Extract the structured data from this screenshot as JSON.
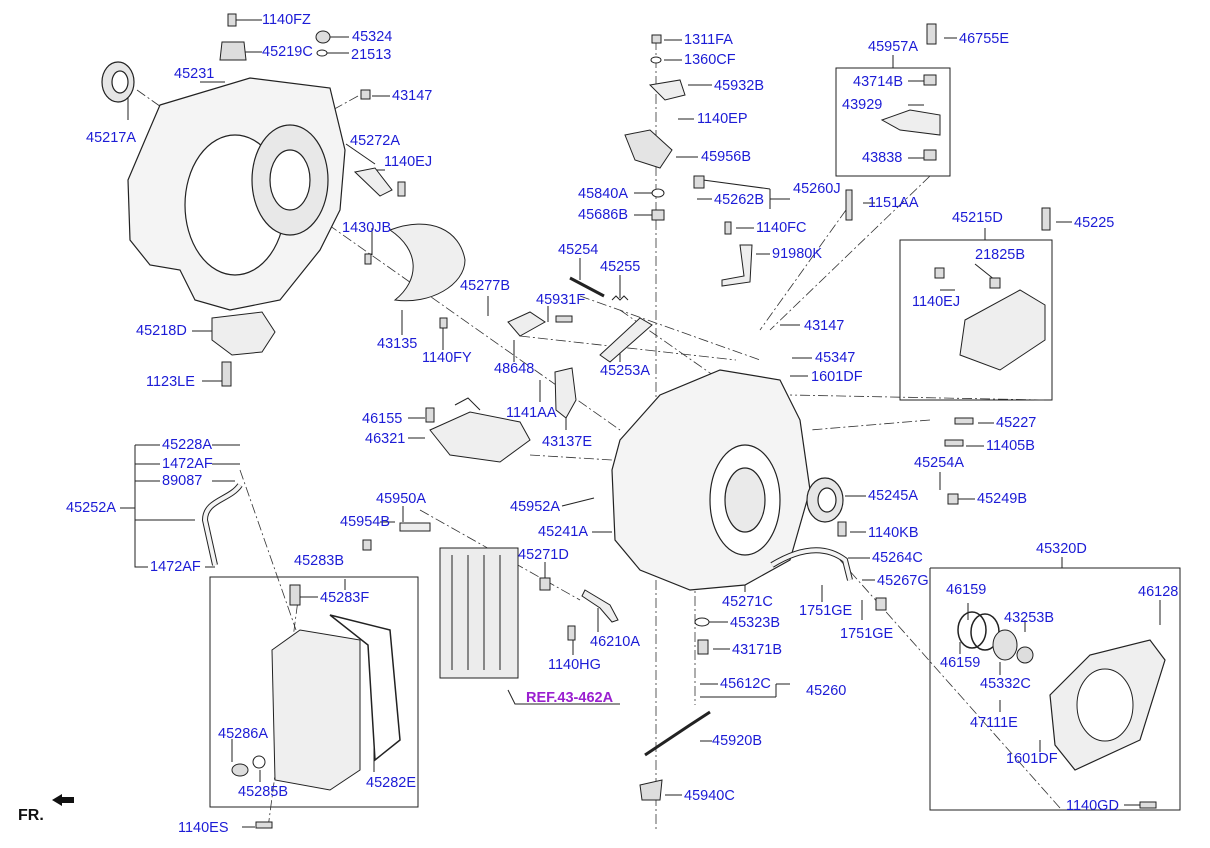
{
  "parts": {
    "p1140FZ_a": "1140FZ",
    "p45324": "45324",
    "p45219C": "45219C",
    "p21513": "21513",
    "p45231": "45231",
    "p45217A": "45217A",
    "p43147_a": "43147",
    "p45272A": "45272A",
    "p1140EJ_a": "1140EJ",
    "p1430JB": "1430JB",
    "p43135": "43135",
    "p1140FY": "1140FY",
    "p45218D": "45218D",
    "p1123LE": "1123LE",
    "p1311FA": "1311FA",
    "p1360CF": "1360CF",
    "p45932B": "45932B",
    "p1140EP": "1140EP",
    "p45956B": "45956B",
    "p45840A": "45840A",
    "p45262B": "45262B",
    "p45260J": "45260J",
    "p45686B": "45686B",
    "p1151AA": "1151AA",
    "p1140FC": "1140FC",
    "p91980K": "91980K",
    "p45254": "45254",
    "p45255": "45255",
    "p45277B": "45277B",
    "p45931F": "45931F",
    "p48648": "48648",
    "p45253A": "45253A",
    "p43147_b": "43147",
    "p45347": "45347",
    "p1601DF_a": "1601DF",
    "p1141AA": "1141AA",
    "p43137E": "43137E",
    "p46155": "46155",
    "p46321": "46321",
    "p45957A": "45957A",
    "p46755E": "46755E",
    "p43714B": "43714B",
    "p43929": "43929",
    "p43838": "43838",
    "p45215D": "45215D",
    "p45225": "45225",
    "p21825B": "21825B",
    "p1140EJ_b": "1140EJ",
    "p45227": "45227",
    "p11405B": "11405B",
    "p45254A": "45254A",
    "p45249B": "45249B",
    "p45245A": "45245A",
    "p1140KB": "1140KB",
    "p45264C": "45264C",
    "p45267G": "45267G",
    "p1751GE_a": "1751GE",
    "p1751GE_b": "1751GE",
    "p45228A": "45228A",
    "p1472AF_a": "1472AF",
    "p89087": "89087",
    "p45252A": "45252A",
    "p1472AF_b": "1472AF",
    "p45950A": "45950A",
    "p45954B": "45954B",
    "p45952A": "45952A",
    "p45241A": "45241A",
    "p45271D": "45271D",
    "p45283B": "45283B",
    "p45283F": "45283F",
    "p45271C": "45271C",
    "p45323B": "45323B",
    "p46210A": "46210A",
    "p1140HG": "1140HG",
    "p43171B": "43171B",
    "p45612C": "45612C",
    "p45260": "45260",
    "p45920B": "45920B",
    "p45940C": "45940C",
    "p45286A": "45286A",
    "p45285B": "45285B",
    "p45282E": "45282E",
    "p1140ES": "1140ES",
    "p45320D": "45320D",
    "p46159_a": "46159",
    "p46128": "46128",
    "p43253B": "43253B",
    "p46159_b": "46159",
    "p45332C": "45332C",
    "p47111E": "47111E",
    "p1601DF_b": "1601DF",
    "p1140GD": "1140GD"
  },
  "ref_label": "REF.43-462A",
  "front_label": "FR.",
  "colors": {
    "label": "#1c1cd6",
    "ref": "#9a1fd0",
    "line": "#222222",
    "part_fill": "#f2f2f2"
  }
}
